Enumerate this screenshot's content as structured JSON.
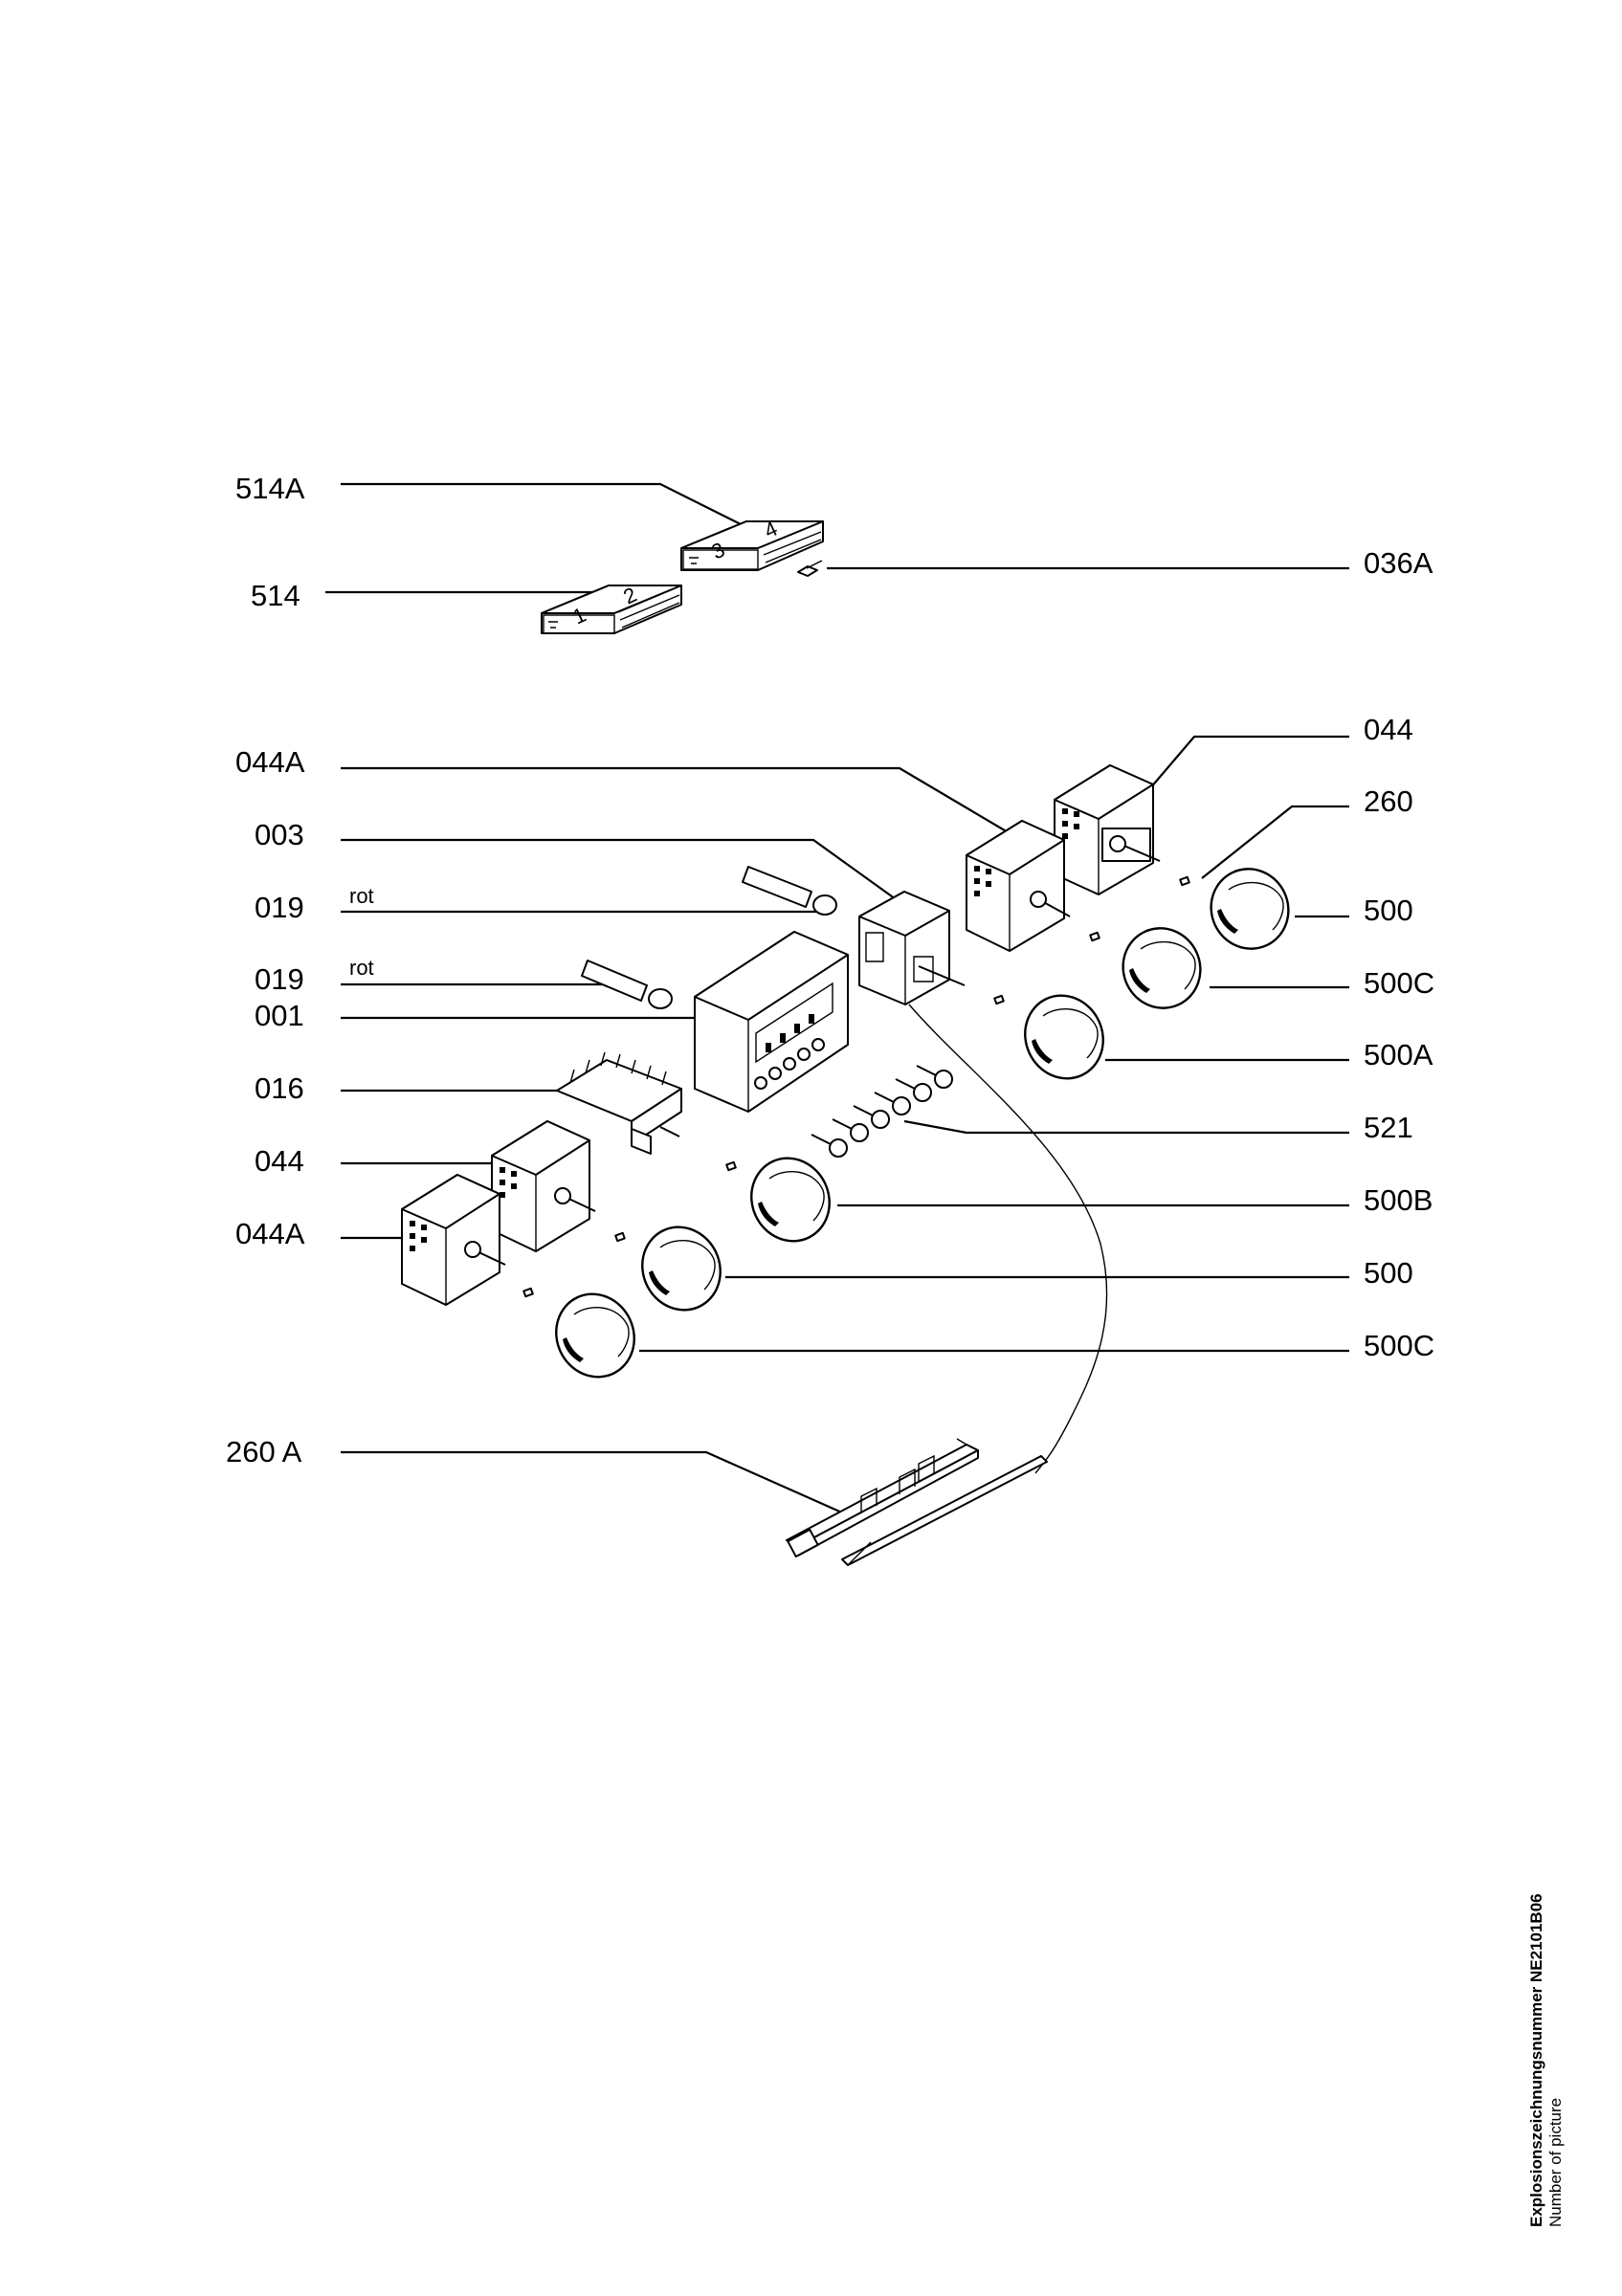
{
  "diagram": {
    "labels_left": [
      {
        "id": "l-514A",
        "text": "514A"
      },
      {
        "id": "l-514",
        "text": "514"
      },
      {
        "id": "l-044A-top",
        "text": "044A"
      },
      {
        "id": "l-003",
        "text": "003"
      },
      {
        "id": "l-019-a",
        "text": "019"
      },
      {
        "id": "l-019-b",
        "text": "019"
      },
      {
        "id": "l-001",
        "text": "001"
      },
      {
        "id": "l-016",
        "text": "016"
      },
      {
        "id": "l-044-left",
        "text": "044"
      },
      {
        "id": "l-044A-left",
        "text": "044A"
      },
      {
        "id": "l-260A",
        "text": "260 A"
      }
    ],
    "labels_right": [
      {
        "id": "r-036A",
        "text": "036A"
      },
      {
        "id": "r-044",
        "text": "044"
      },
      {
        "id": "r-260",
        "text": "260"
      },
      {
        "id": "r-500-top",
        "text": "500"
      },
      {
        "id": "r-500C-top",
        "text": "500C"
      },
      {
        "id": "r-500A",
        "text": "500A"
      },
      {
        "id": "r-521",
        "text": "521"
      },
      {
        "id": "r-500B",
        "text": "500B"
      },
      {
        "id": "r-500-bottom",
        "text": "500"
      },
      {
        "id": "r-500C-bottom",
        "text": "500C"
      }
    ],
    "notes": [
      {
        "id": "n-rot-a",
        "text": "rot"
      },
      {
        "id": "n-rot-b",
        "text": "rot"
      }
    ],
    "part_marks": {
      "sw1": "1",
      "sw2": "2",
      "sw3": "3",
      "sw4": "4"
    }
  },
  "footer": {
    "title": "Explosionszeichnungsnummer NE2101B06",
    "subtitle": "Number of picture"
  }
}
